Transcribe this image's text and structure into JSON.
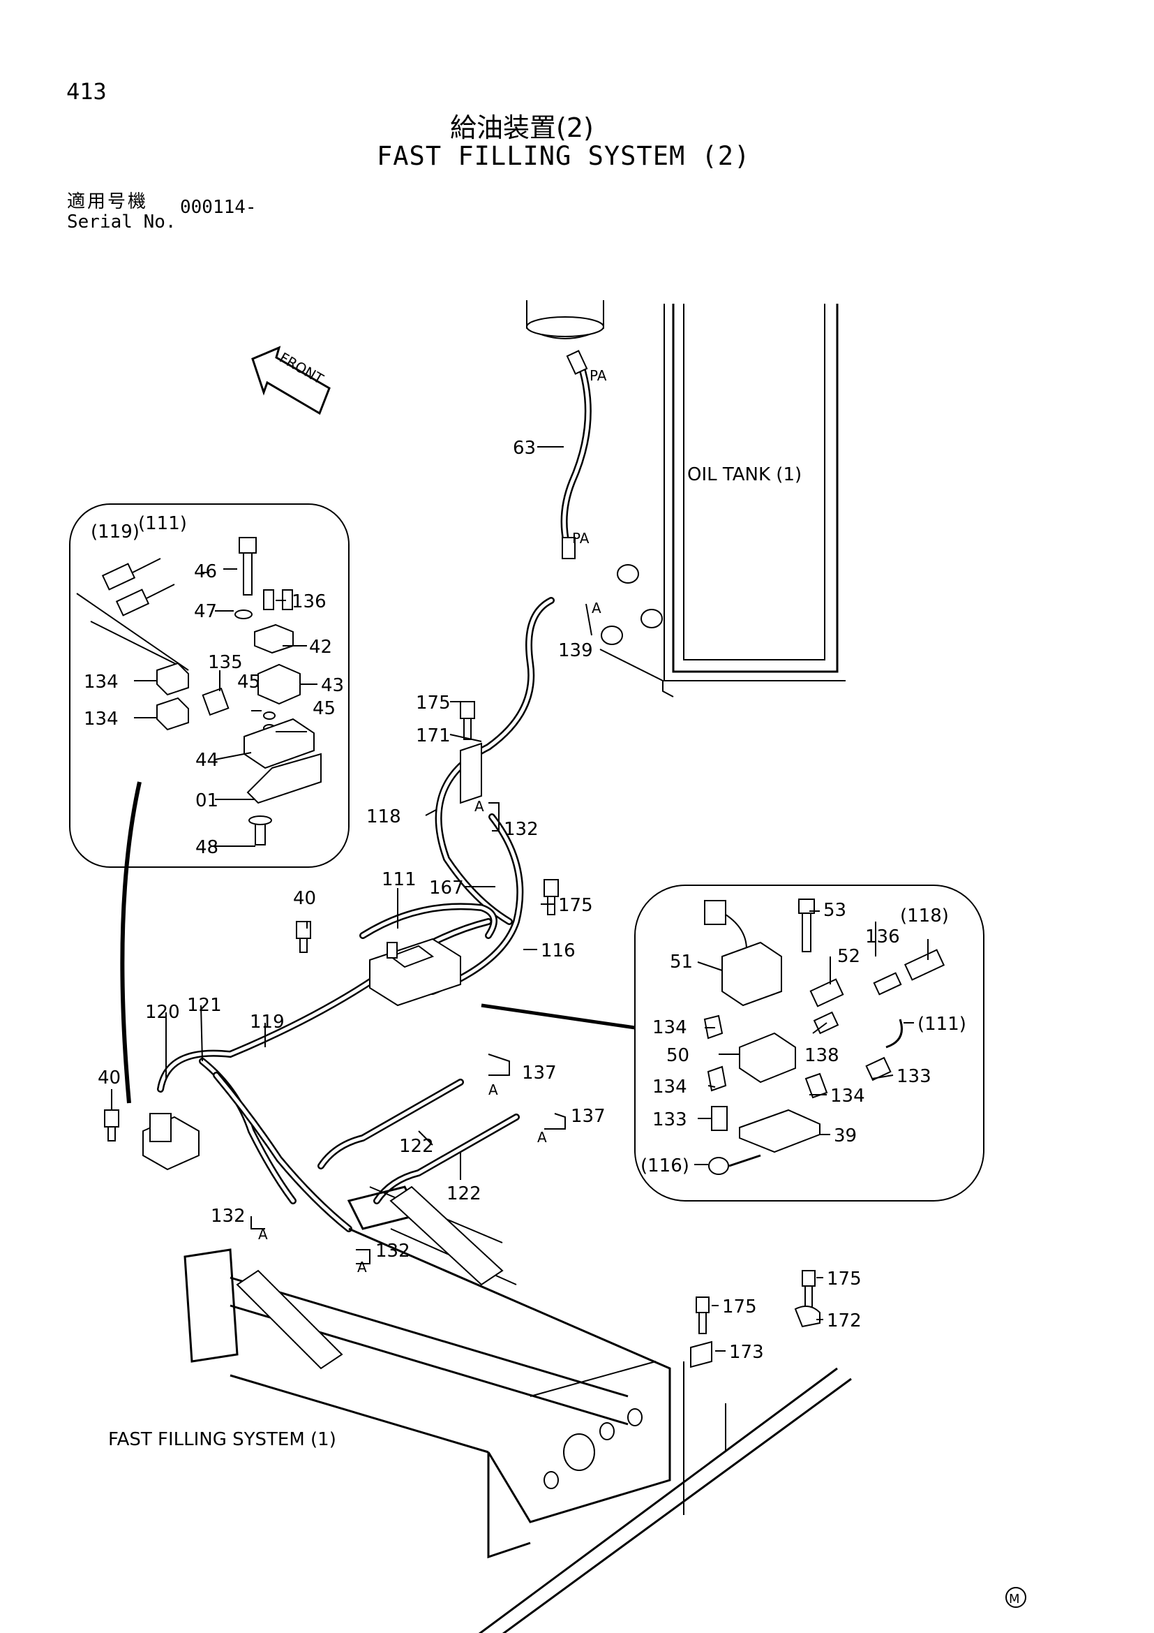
{
  "header": {
    "page_number": "413",
    "title_ja": "給油装置(2)",
    "title_en": "FAST FILLING SYSTEM (2)",
    "serial_label_ja": "適用号機",
    "serial_label_en": "Serial No.",
    "serial_value": "000114-"
  },
  "labels": {
    "front": "FRONT",
    "oil_tank": "OIL TANK (1)",
    "fast_filling_1": "FAST FILLING SYSTEM (1)",
    "pa": "PA",
    "a": "A",
    "mark": "M"
  },
  "callouts": {
    "p63": "63",
    "p139": "139",
    "p175": "175",
    "p171": "171",
    "p132": "132",
    "p118": "118",
    "p167": "167",
    "p111": "111",
    "p116": "116",
    "p40": "40",
    "p120": "120",
    "p121": "121",
    "p119": "119",
    "p137": "137",
    "p122": "122",
    "p172": "172",
    "p173": "173",
    "p46": "46",
    "p47": "47",
    "p136": "136",
    "p42": "42",
    "p135": "135",
    "p43": "43",
    "p45": "45",
    "p134": "134",
    "p44": "44",
    "p01": "01",
    "p48": "48",
    "p119b": "(119)",
    "p111b": "(111)",
    "p53": "53",
    "p118b": "(118)",
    "p51": "51",
    "p52": "52",
    "p50": "50",
    "p138": "138",
    "p133": "133",
    "p39": "39",
    "p116b": "(116)"
  }
}
